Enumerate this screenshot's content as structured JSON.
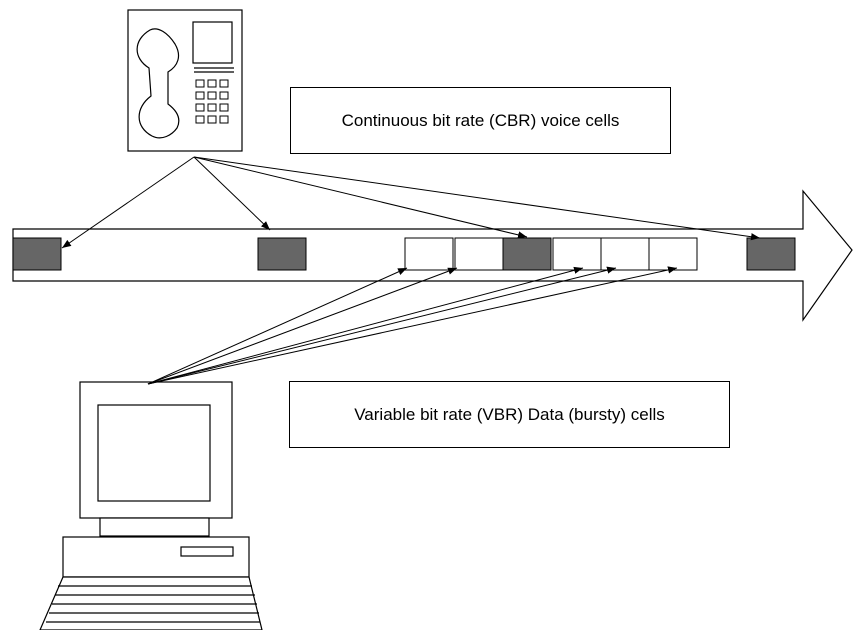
{
  "labels": {
    "cbr": "Continuous bit rate (CBR) voice cells",
    "vbr": "Variable bit rate (VBR) Data (bursty) cells"
  },
  "colors": {
    "voice_cell": "#666666",
    "data_cell": "#ffffff",
    "stroke": "#000000"
  },
  "cells": [
    {
      "kind": "voice"
    },
    {
      "kind": "voice"
    },
    {
      "kind": "data"
    },
    {
      "kind": "data"
    },
    {
      "kind": "voice"
    },
    {
      "kind": "data"
    },
    {
      "kind": "data"
    },
    {
      "kind": "data"
    },
    {
      "kind": "voice"
    }
  ],
  "icons": {
    "phone": "telephone-icon",
    "computer": "computer-icon"
  }
}
